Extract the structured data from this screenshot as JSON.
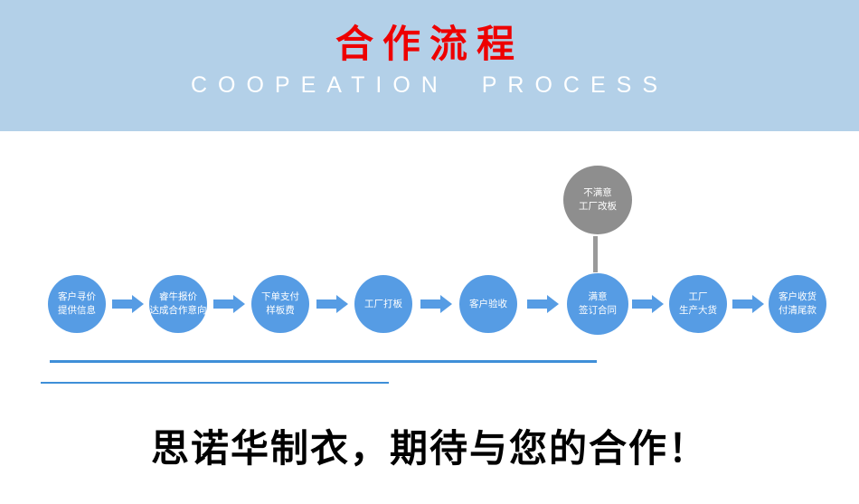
{
  "banner": {
    "title": "合作流程",
    "subtitle": "COOPEATION PROCESS"
  },
  "flow": {
    "steps": [
      {
        "line1": "客户寻价",
        "line2": "提供信息"
      },
      {
        "line1": "睿牛报价",
        "line2": "达成合作意向"
      },
      {
        "line1": "下单支付",
        "line2": "样板费"
      },
      {
        "line1": "工厂打板",
        "line2": ""
      },
      {
        "line1": "客户验收",
        "line2": ""
      },
      {
        "line1": "满意",
        "line2": "签订合同"
      },
      {
        "line1": "工厂",
        "line2": "生产大货"
      },
      {
        "line1": "客户收货",
        "line2": "付清尾款"
      }
    ],
    "reject_node": {
      "line1": "不满意",
      "line2": "工厂改板"
    }
  },
  "footer": {
    "text": "思诺华制衣，期待与您的合作！"
  },
  "colors": {
    "banner_bg": "#b3d0e8",
    "title_red": "#ee0000",
    "circle_blue": "#569ce4",
    "line_blue": "#3f8fd8",
    "reject_gray": "#8e8e8e"
  }
}
